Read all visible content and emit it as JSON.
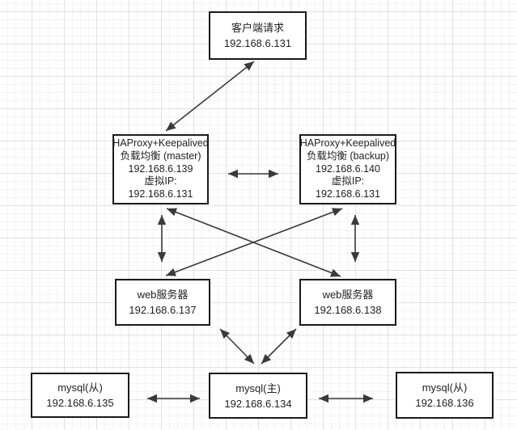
{
  "diagram": {
    "nodes": [
      {
        "id": "client-request",
        "lines": [
          "客户端请求",
          "192.168.6.131"
        ]
      },
      {
        "id": "haproxy-master",
        "lines": [
          "HAProxy+Keepalived",
          "负载均衡 (master)",
          "192.168.6.139",
          "虚拟IP:",
          "192.168.6.131"
        ]
      },
      {
        "id": "haproxy-backup",
        "lines": [
          "HAProxy+Keepalived",
          "负载均衡 (backup)",
          "192.168.6.140",
          "虚拟IP:",
          "192.168.6.131"
        ]
      },
      {
        "id": "web-server-1",
        "lines": [
          "web服务器",
          "192.168.6.137"
        ]
      },
      {
        "id": "web-server-2",
        "lines": [
          "web服务器",
          "192.168.6.138"
        ]
      },
      {
        "id": "mysql-slave-1",
        "lines": [
          "mysql(从)",
          "192.168.6.135"
        ]
      },
      {
        "id": "mysql-master",
        "lines": [
          "mysql(主)",
          "192.168.6.134"
        ]
      },
      {
        "id": "mysql-slave-2",
        "lines": [
          "mysql(从)",
          "192.168.136"
        ]
      }
    ],
    "colors": {
      "node_border": "#1a1a1a",
      "node_fill": "#ffffff",
      "edge": "#3a3a3a",
      "grid_major": "#e2e2e5",
      "grid_minor": "#f3f3f6",
      "text": "#1f1f1f"
    }
  }
}
